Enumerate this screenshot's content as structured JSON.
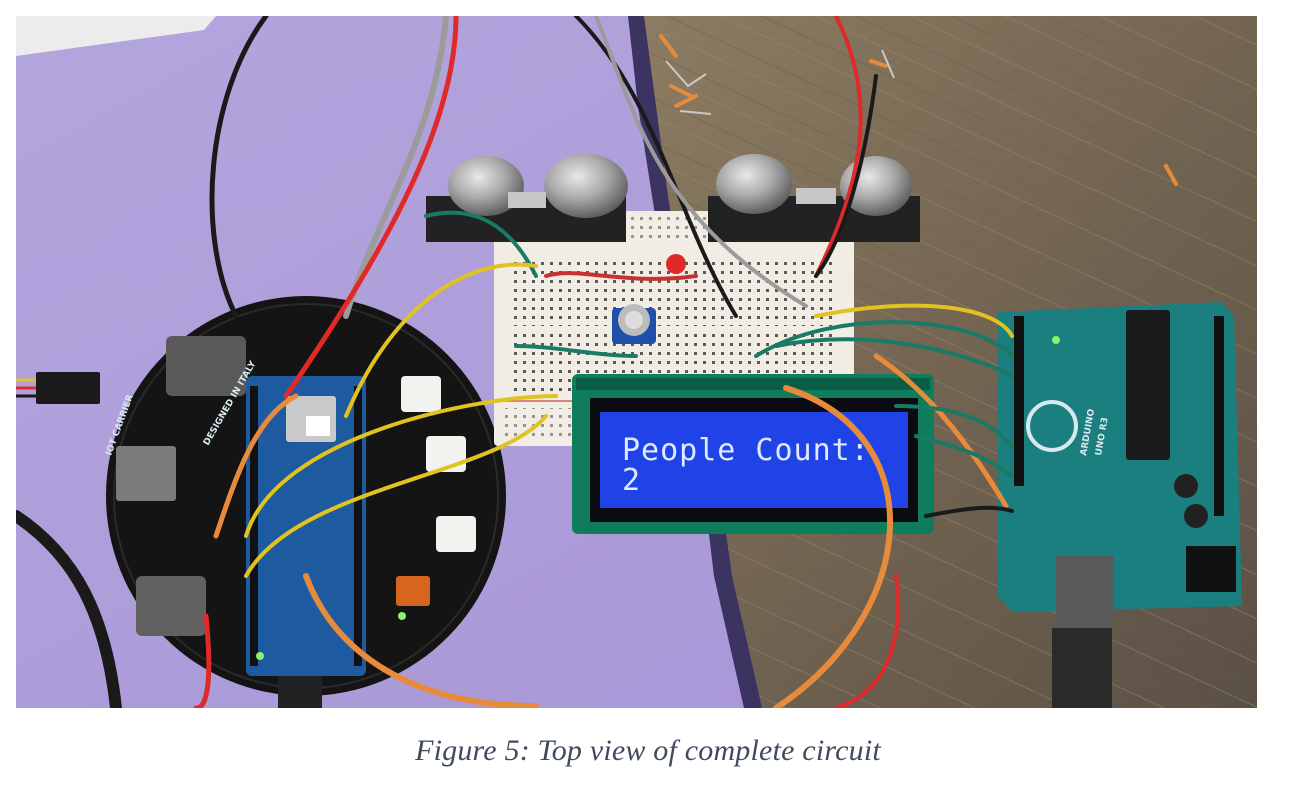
{
  "figure": {
    "caption": "Figure 5: Top view of complete circuit"
  },
  "lcd": {
    "line1": "People Count:",
    "line2": "2"
  },
  "board_labels": {
    "carrier_left": "IOT CARRIER",
    "carrier_bottom": "DESIGNED IN ITALY",
    "arduino_brand": "ARDUINO",
    "arduino_model": "UNO R3"
  },
  "colors": {
    "desk_mat": "#b8a8df",
    "wood": "#8a7a62",
    "lcd_bg": "#1d3fe0",
    "pcb_green": "#1a7f7e",
    "breadboard": "#f1ede4"
  }
}
